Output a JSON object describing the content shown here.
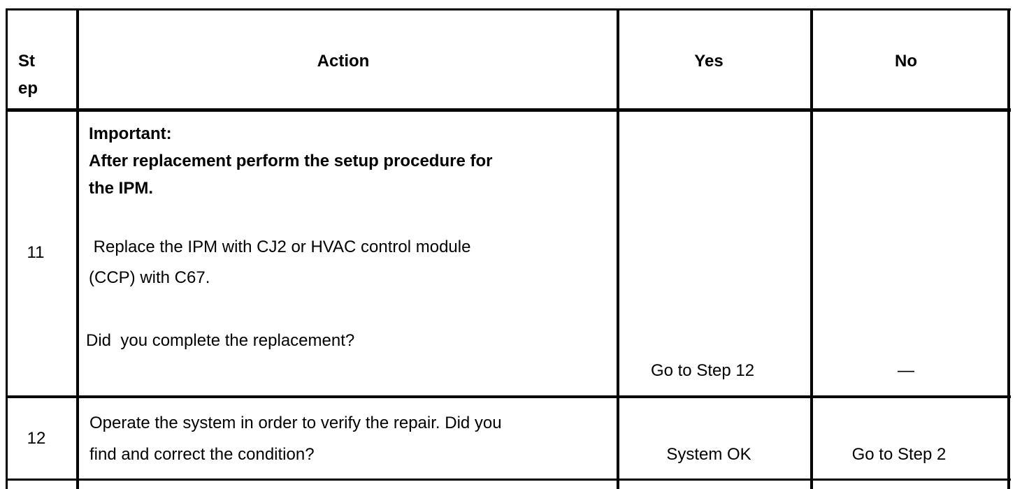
{
  "table": {
    "headers": {
      "step_line1": "St",
      "step_line2": "ep",
      "action": "Action",
      "yes": "Yes",
      "no": "No"
    },
    "rows": [
      {
        "step": "11",
        "action": {
          "important_label": "Important:",
          "important_line1": "After replacement perform the setup procedure for",
          "important_line2": "the IPM.",
          "instruction_line1": " Replace the IPM with CJ2 or HVAC control module",
          "instruction_line2": "(CCP) with C67.",
          "question": "Did  you complete the replacement?"
        },
        "yes": "Go to Step 12",
        "no": "—"
      },
      {
        "step": "12",
        "action": {
          "line1": "Operate the system in order to verify the repair. Did you",
          "line2": "find and correct the condition?"
        },
        "yes": "System OK",
        "no": "Go to Step 2"
      }
    ]
  }
}
